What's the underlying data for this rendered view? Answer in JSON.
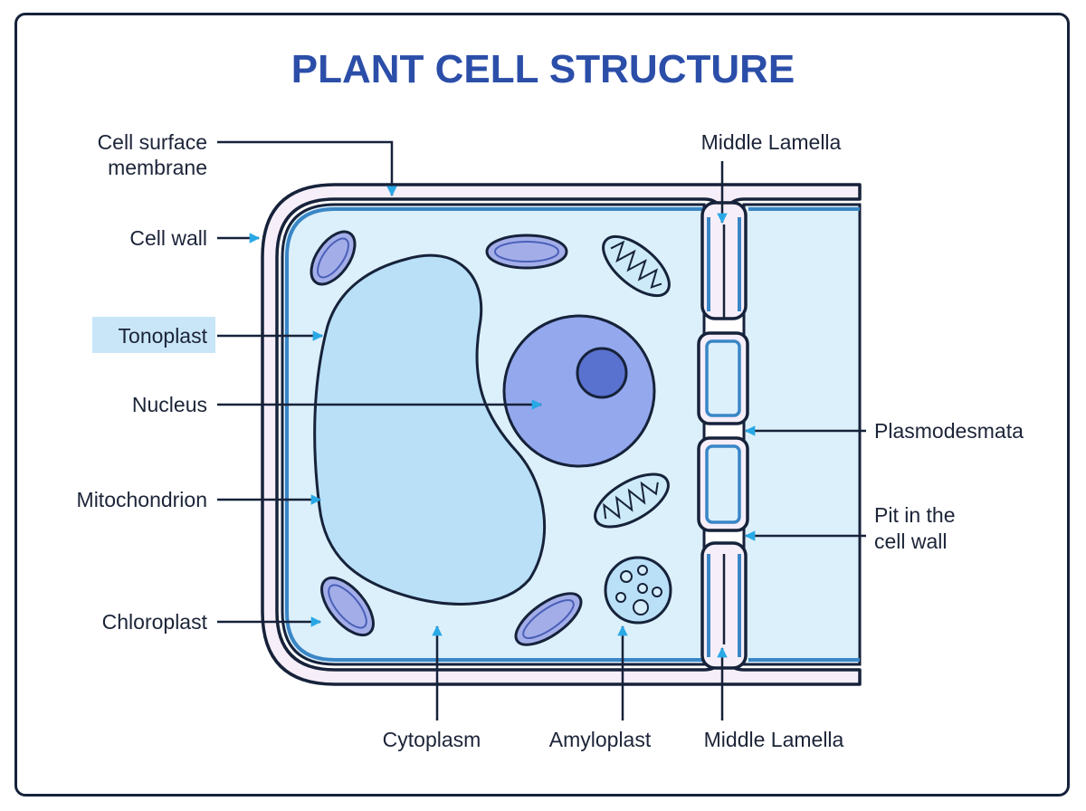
{
  "title": "PLANT CELL STRUCTURE",
  "labels": {
    "cell_surface_membrane": [
      "Cell surface",
      "membrane"
    ],
    "cell_wall": "Cell wall",
    "tonoplast": "Tonoplast",
    "nucleus": "Nucleus",
    "mitochondrion": "Mitochondrion",
    "chloroplast": "Chloroplast",
    "middle_lamella_top": "Middle Lamella",
    "plasmodesmata": "Plasmodesmata",
    "pit": [
      "Pit in the",
      "cell wall"
    ],
    "cytoplasm": "Cytoplasm",
    "amyloplast": "Amyloplast",
    "middle_lamella_bottom": "Middle Lamella"
  },
  "colors": {
    "title": "#2b4ea8",
    "outline": "#16223a",
    "wall_fill": "#f6eef8",
    "membrane": "#3a86c6",
    "cytoplasm": "#dcf0fb",
    "vacuole": "#b9e0f7",
    "nucleus": "#94a8ee",
    "nucleolus": "#5a72cf",
    "chloroplast": "#a3aee9",
    "arrow": "#29a8e6",
    "tonoplast_highlight": "#c9e6f8"
  }
}
